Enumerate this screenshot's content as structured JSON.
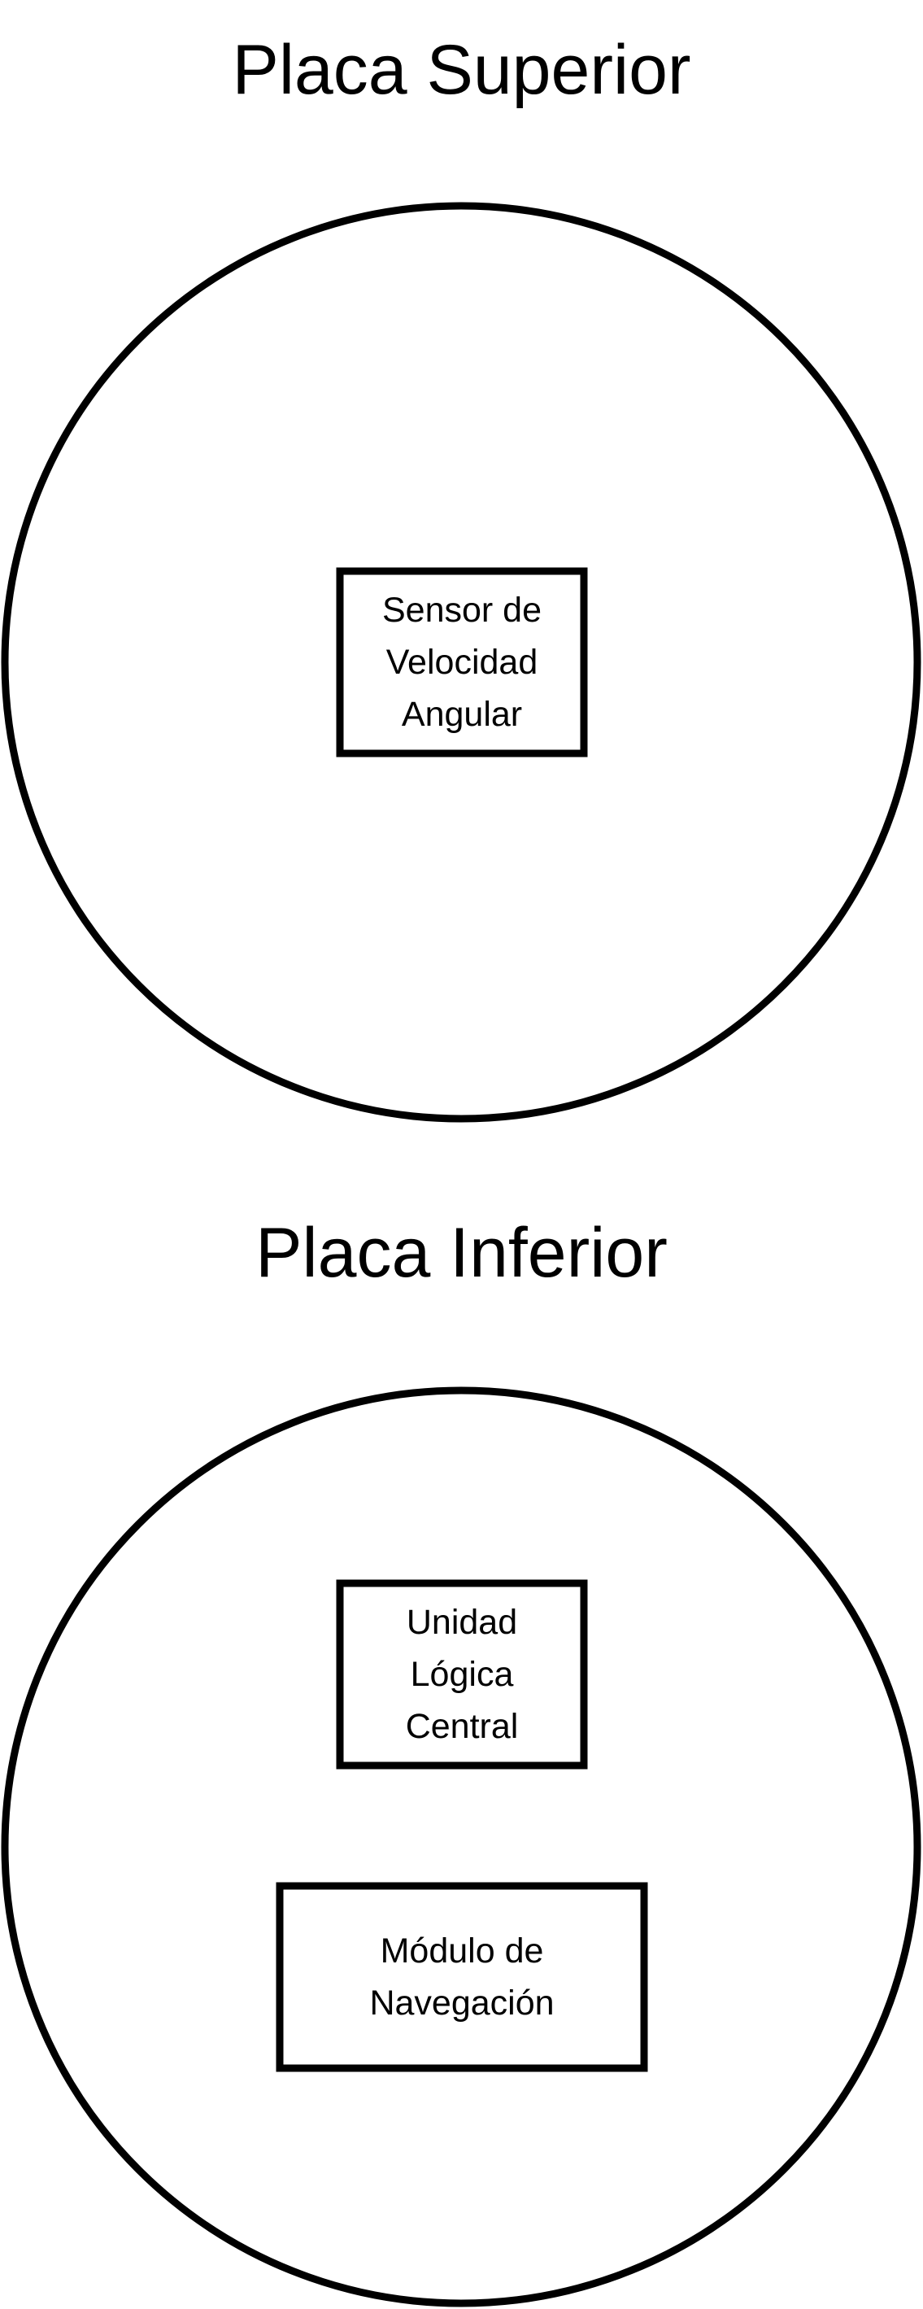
{
  "plates": {
    "top": {
      "title": "Placa Superior",
      "components": {
        "sensor": {
          "lines": [
            "Sensor de",
            "Velocidad",
            "Angular"
          ]
        }
      }
    },
    "bottom": {
      "title": "Placa Inferior",
      "components": {
        "logic_unit": {
          "lines": [
            "Unidad",
            "Lógica",
            "Central"
          ]
        },
        "navigation": {
          "lines": [
            "Módulo de",
            "Navegación"
          ]
        }
      }
    }
  },
  "colors": {
    "stroke": "#000000",
    "background": "#ffffff",
    "text": "#000000"
  }
}
